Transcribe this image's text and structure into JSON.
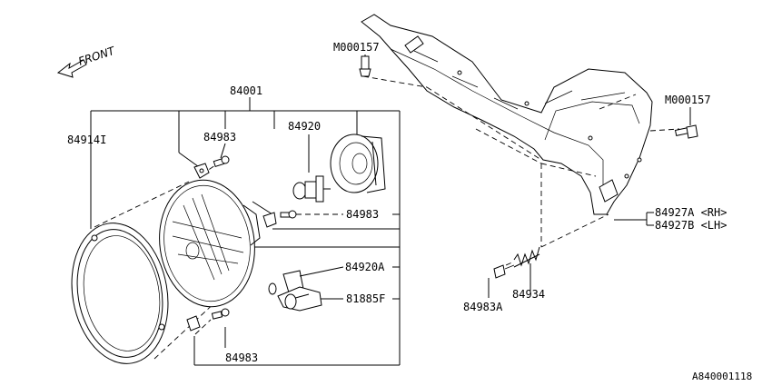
{
  "direction": {
    "label": "FRONT"
  },
  "callouts": {
    "assembly": "84001",
    "ring": "84914I",
    "screw_top": "84983",
    "bulb": "84920",
    "screw_mid": "84983",
    "socket": "84920A",
    "harness": "81885F",
    "screw_bottom": "84983",
    "bolt_left": "M000157",
    "bolt_right": "M000157",
    "bracket_rh": "84927A <RH>",
    "bracket_lh": "84927B <LH>",
    "spring": "84934",
    "adjust_screw": "84983A"
  },
  "diagram_id": "A840001118"
}
